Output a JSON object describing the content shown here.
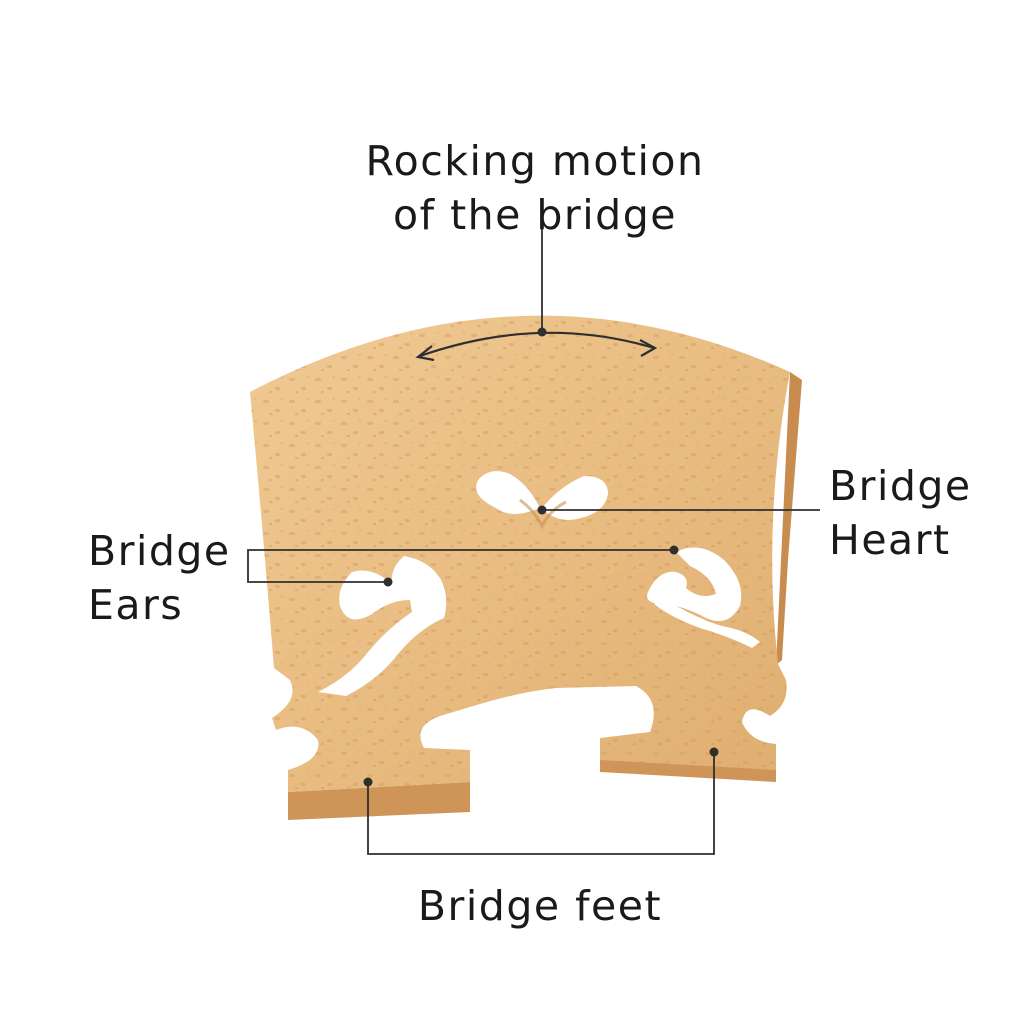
{
  "labels": {
    "rocking": [
      "Rocking motion",
      "of the bridge"
    ],
    "heart": [
      "Bridge",
      "Heart"
    ],
    "ears": [
      "Bridge",
      "Ears"
    ],
    "feet": [
      "Bridge feet"
    ]
  },
  "colors": {
    "background": "#ffffff",
    "wood": "#e9bf86",
    "wood_shadow": "#d19a5c",
    "text": "#1a1a1a",
    "leader_line": "#2f2f2f"
  }
}
